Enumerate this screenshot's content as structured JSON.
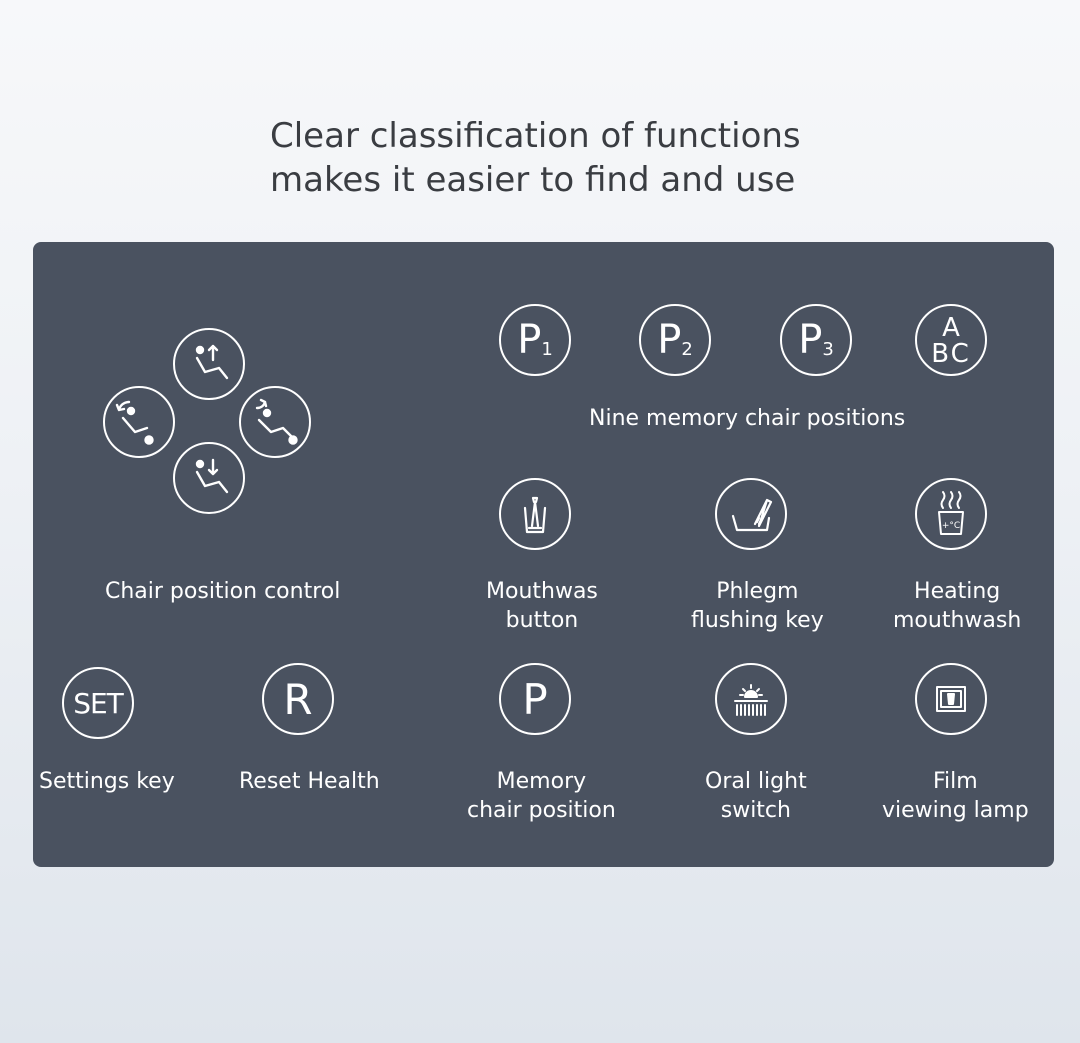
{
  "headline": {
    "line1": "Clear classification of functions",
    "line2": "makes it easier to find and use"
  },
  "chair_control": {
    "label": "Chair position control",
    "icons": [
      "chair-up-icon",
      "chair-recline-back-icon",
      "chair-recline-forward-icon",
      "chair-down-icon"
    ]
  },
  "memory_positions": {
    "buttons": [
      {
        "letter": "P",
        "sub": "1"
      },
      {
        "letter": "P",
        "sub": "2"
      },
      {
        "letter": "P",
        "sub": "3"
      },
      {
        "top": "A",
        "bottom": "BC"
      }
    ],
    "label": "Nine memory chair positions"
  },
  "functions": [
    {
      "line1": "Mouthwas",
      "line2": "button",
      "icon": "mouthwash-cup-icon"
    },
    {
      "line1": "Phlegm",
      "line2": "flushing key",
      "icon": "phlegm-flush-icon"
    },
    {
      "line1": "Heating",
      "line2": "mouthwash",
      "icon": "heated-cup-icon"
    },
    {
      "line1": "Memory",
      "line2": "chair position",
      "icon": "memory-p-icon",
      "glyph": "P"
    },
    {
      "line1": "Oral light",
      "line2": "switch",
      "icon": "oral-light-icon"
    },
    {
      "line1": "Film",
      "line2": "viewing lamp",
      "icon": "film-viewer-icon"
    }
  ],
  "settings": {
    "glyph": "SET",
    "label": "Settings key"
  },
  "reset": {
    "glyph": "R",
    "label": "Reset Health"
  },
  "heating_unit": "+°C"
}
